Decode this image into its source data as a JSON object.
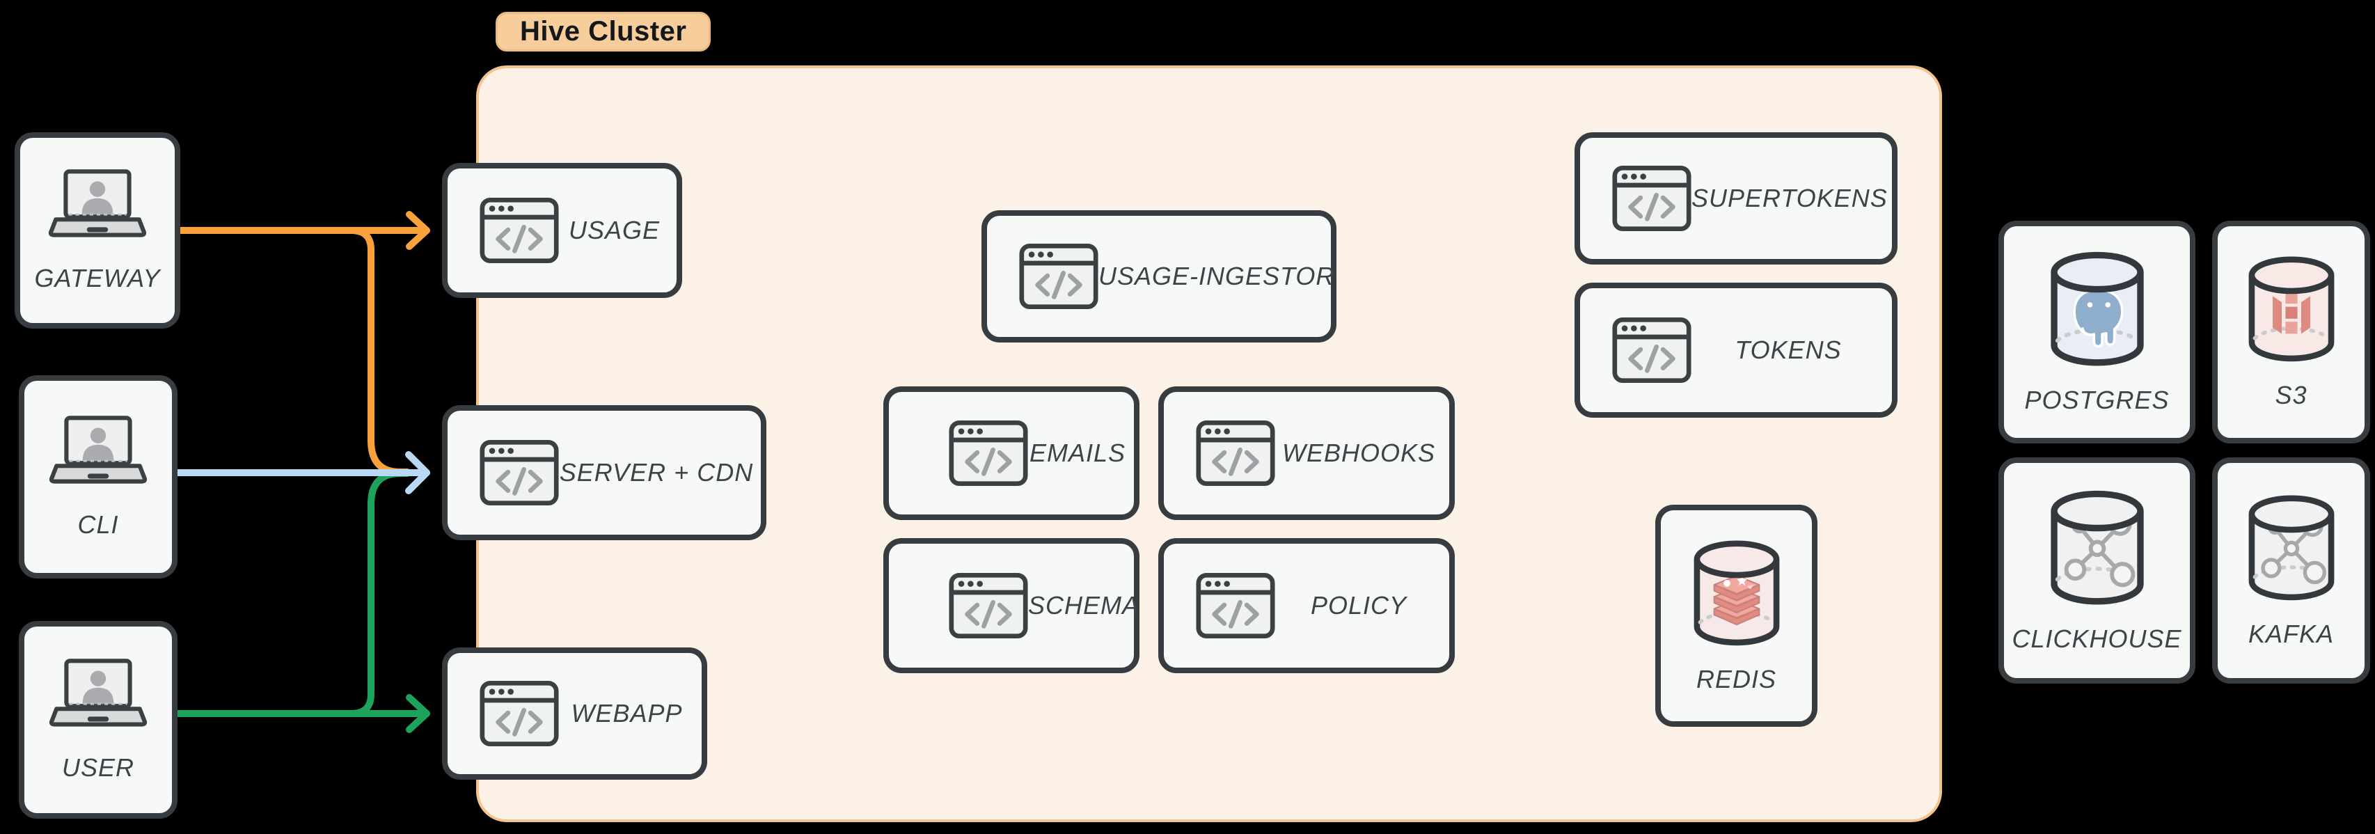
{
  "cluster": {
    "label": "Hive Cluster"
  },
  "actors": {
    "gateway": {
      "label": "GATEWAY",
      "icon": "laptop-user"
    },
    "cli": {
      "label": "CLI",
      "icon": "laptop-user"
    },
    "user": {
      "label": "USER",
      "icon": "laptop-user"
    }
  },
  "services": {
    "usage": {
      "label": "USAGE",
      "icon": "code-window"
    },
    "server_cdn": {
      "label": "SERVER + CDN",
      "icon": "code-window"
    },
    "webapp": {
      "label": "WEBAPP",
      "icon": "code-window"
    },
    "usage_ingestor": {
      "label": "USAGE-INGESTOR",
      "icon": "code-window"
    },
    "emails": {
      "label": "EMAILS",
      "icon": "code-window"
    },
    "webhooks": {
      "label": "WEBHOOKS",
      "icon": "code-window"
    },
    "schema": {
      "label": "SCHEMA",
      "icon": "code-window"
    },
    "policy": {
      "label": "POLICY",
      "icon": "code-window"
    },
    "supertokens": {
      "label": "SUPERTOKENS",
      "icon": "code-window"
    },
    "tokens": {
      "label": "TOKENS",
      "icon": "code-window"
    }
  },
  "datastores": {
    "redis": {
      "label": "REDIS",
      "icon": "redis-cylinder"
    },
    "postgres": {
      "label": "POSTGRES",
      "icon": "postgres-cylinder"
    },
    "s3": {
      "label": "S3",
      "icon": "s3-cylinder"
    },
    "clickhouse": {
      "label": "CLICKHOUSE",
      "icon": "molecule-cylinder"
    },
    "kafka": {
      "label": "KAFKA",
      "icon": "molecule-cylinder"
    }
  },
  "edges": [
    {
      "from": "GATEWAY",
      "to": "USAGE",
      "color": "#F9A23B"
    },
    {
      "from": "GATEWAY",
      "to": "SERVER + CDN",
      "color": "#F9A23B"
    },
    {
      "from": "CLI",
      "to": "SERVER + CDN",
      "color": "#B9D8F4"
    },
    {
      "from": "USER",
      "to": "SERVER + CDN",
      "color": "#1CA45C"
    },
    {
      "from": "USER",
      "to": "WEBAPP",
      "color": "#1CA45C"
    }
  ],
  "colors": {
    "canvas_bg": "#000000",
    "cluster_fill": "#FCF1E6",
    "cluster_border": "#F4C48F",
    "cluster_label_bg": "#F7CD9B",
    "cluster_label_border": "#ECBA83",
    "cluster_label_text": "#15181A",
    "node_fill": "#F7F8F8",
    "node_border": "#373C40",
    "node_text": "#3E4347"
  }
}
